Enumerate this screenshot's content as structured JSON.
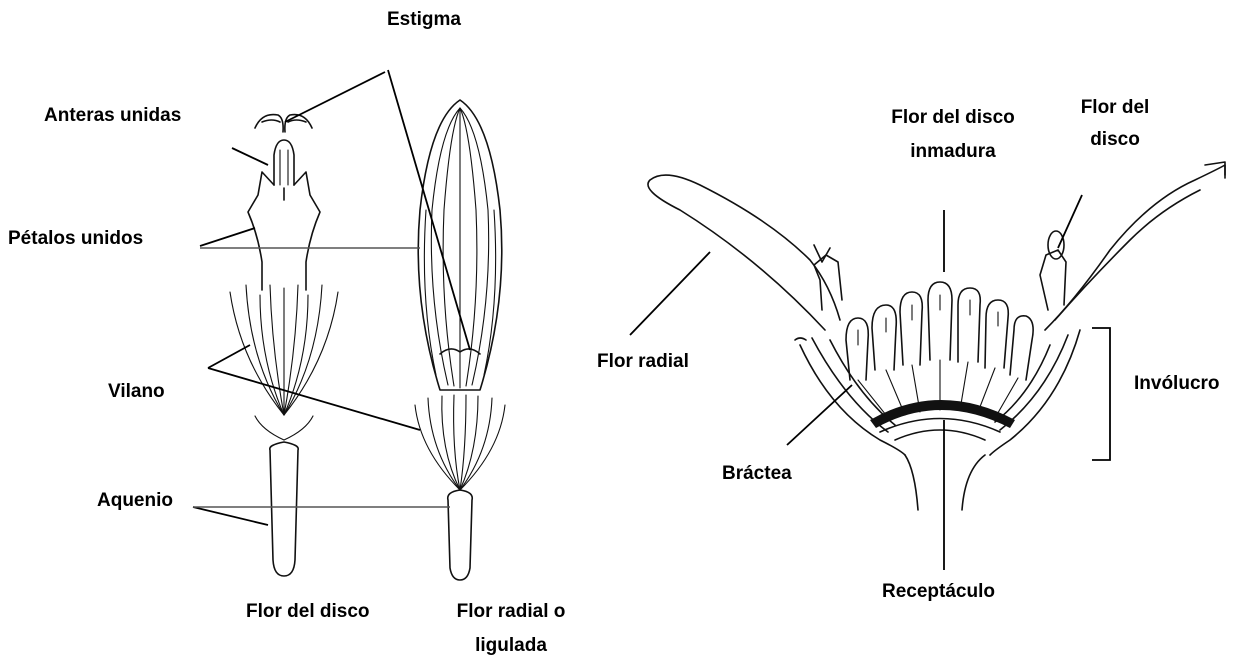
{
  "labels": {
    "estigma": "Estigma",
    "anteras_unidas": "Anteras unidas",
    "petalos_unidos": "Pétalos unidos",
    "vilano": "Vilano",
    "aquenio": "Aquenio",
    "flor_del_disco_left": "Flor del disco",
    "flor_radial_ligulada_1": "Flor radial o",
    "flor_radial_ligulada_2": "ligulada",
    "flor_del_disco_inmadura_1": "Flor del disco",
    "flor_del_disco_inmadura_2": "inmadura",
    "flor_del_disco_right_1": "Flor del",
    "flor_del_disco_right_2": "disco",
    "flor_radial": "Flor radial",
    "involucro": "Invólucro",
    "bractea": "Bráctea",
    "receptaculo": "Receptáculo"
  }
}
